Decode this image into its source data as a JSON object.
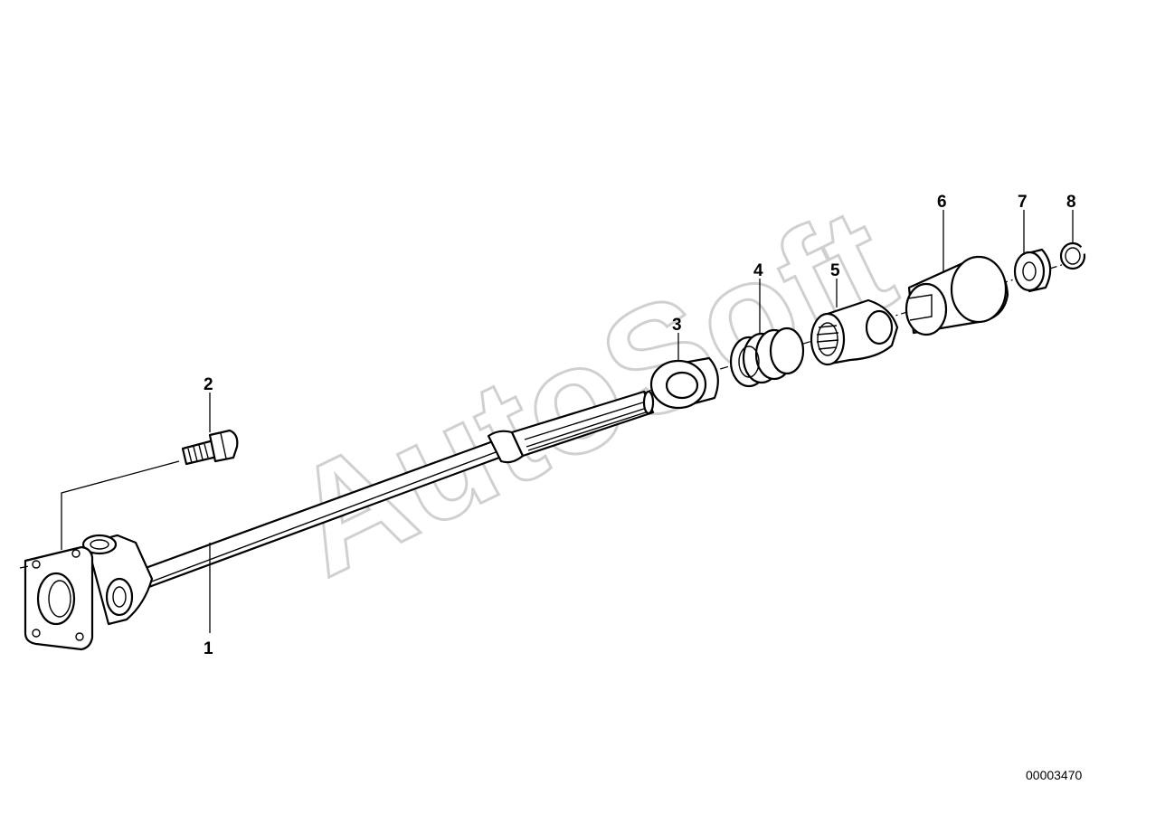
{
  "watermark": "AutoSoft",
  "document_number": "00003470",
  "callouts": [
    {
      "id": "1",
      "label": "1"
    },
    {
      "id": "2",
      "label": "2"
    },
    {
      "id": "3",
      "label": "3"
    },
    {
      "id": "4",
      "label": "4"
    },
    {
      "id": "5",
      "label": "5"
    },
    {
      "id": "6",
      "label": "6"
    },
    {
      "id": "7",
      "label": "7"
    },
    {
      "id": "8",
      "label": "8"
    }
  ]
}
